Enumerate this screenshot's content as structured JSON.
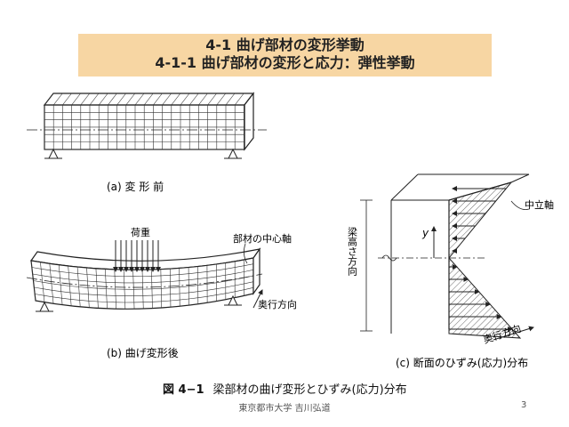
{
  "slide": {
    "title_line1": "4-1 曲げ部材の変形挙動",
    "title_line2": "4-1-1 曲げ部材の変形と応力：弾性挙動",
    "footer": "東京都市大学 吉川弘道",
    "page_number": "3"
  },
  "figure": {
    "caption_number": "図 4−1",
    "caption_text": "梁部材の曲げ変形とひずみ(応力)分布",
    "label_a": "(a)  変  形  前",
    "label_b": "(b)  曲げ変形後",
    "label_c": "(c)  断面のひずみ(応力)分布",
    "load": "荷重",
    "center_axis": "部材の中心軸",
    "depth_dir_b": "奥行方向",
    "depth_dir_c": "奥行方向",
    "beam_height_dir": "梁高さ方向",
    "neutral_axis": "中立軸",
    "y_symbol": "y",
    "colors": {
      "title_bg": "#f7d6a3",
      "line": "#222222"
    }
  }
}
